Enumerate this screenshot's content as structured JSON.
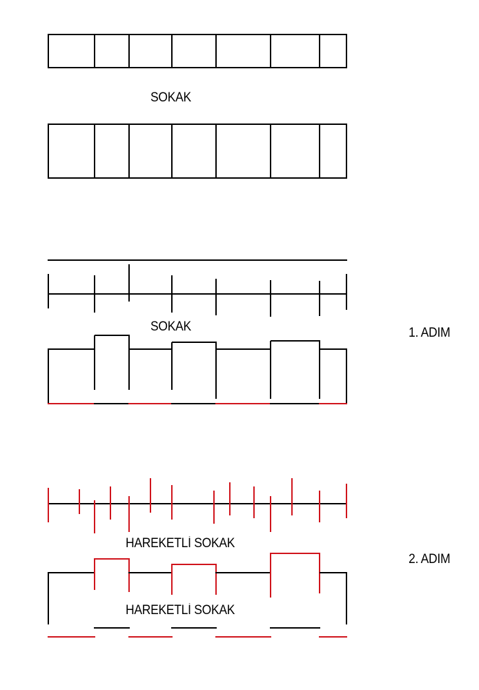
{
  "labels": {
    "street_top": "SOKAK",
    "street_step1": "SOKAK",
    "step1": "1. ADIM",
    "moving_street_upper": "HAREKETLİ SOKAK",
    "moving_street_lower": "HAREKETLİ SOKAK",
    "step2": "2. ADIM"
  },
  "colors": {
    "line": "#000000",
    "highlight": "#d0141c"
  }
}
